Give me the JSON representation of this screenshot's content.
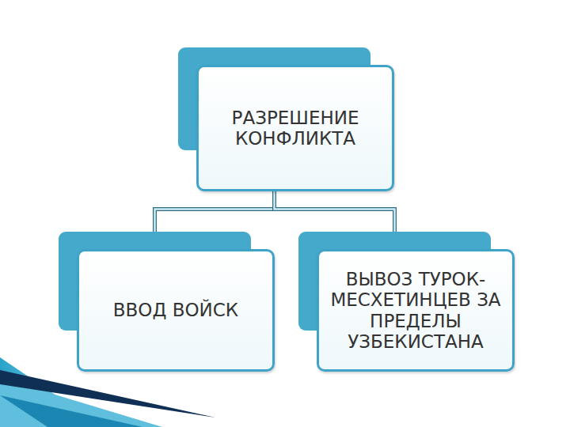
{
  "diagram": {
    "nodes": [
      {
        "text": [
          "РАЗРЕШЕНИЕ КОНФЛИКТА"
        ]
      },
      {
        "text": [
          "ВВОД ВОЙСК"
        ]
      },
      {
        "text": [
          "ВЫВОЗ ТУРОК- МЕСХЕТИНЦЕВ ЗА ПРЕДЕЛЫ УЗБЕКИСТАНА"
        ]
      }
    ],
    "edges": [
      {
        "from": 0,
        "to": 1,
        "arrow": "none"
      },
      {
        "from": 0,
        "to": 2,
        "arrow": "none"
      }
    ]
  }
}
